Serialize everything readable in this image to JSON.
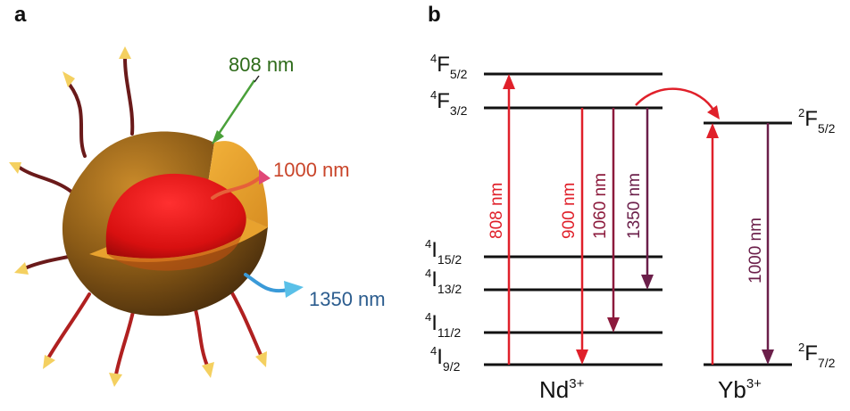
{
  "panel_a": {
    "label": "a",
    "callouts": [
      {
        "text": "808 nm",
        "color": "#2e6b1a"
      },
      {
        "text": "1000 nm",
        "color": "#c9452a"
      },
      {
        "text": "1350 nm",
        "color": "#2b5c8e"
      }
    ]
  },
  "panel_b": {
    "label": "b",
    "nd_levels": [
      {
        "main": "F",
        "sup": "4",
        "sub": "5/2"
      },
      {
        "main": "F",
        "sup": "4",
        "sub": "3/2"
      },
      {
        "main": "I",
        "sup": "4",
        "sub": "15/2"
      },
      {
        "main": "I",
        "sup": "4",
        "sub": "13/2"
      },
      {
        "main": "I",
        "sup": "4",
        "sub": "11/2"
      },
      {
        "main": "I",
        "sup": "4",
        "sub": "9/2"
      }
    ],
    "yb_levels": [
      {
        "main": "F",
        "sup": "2",
        "sub": "5/2"
      },
      {
        "main": "F",
        "sup": "2",
        "sub": "7/2"
      }
    ],
    "transitions": [
      {
        "label": "808 nm",
        "color": "#e0202a"
      },
      {
        "label": "900 nm",
        "color": "#e0202a"
      },
      {
        "label": "1060 nm",
        "color": "#8c1a3c"
      },
      {
        "label": "1350 nm",
        "color": "#6b1f4a"
      },
      {
        "label": "1000 nm",
        "color": "#6b1f4a"
      }
    ],
    "ions": {
      "nd": {
        "base": "Nd",
        "charge": "3+"
      },
      "yb": {
        "base": "Yb",
        "charge": "3+"
      }
    },
    "energy_transfer_color": "#e0202a"
  }
}
